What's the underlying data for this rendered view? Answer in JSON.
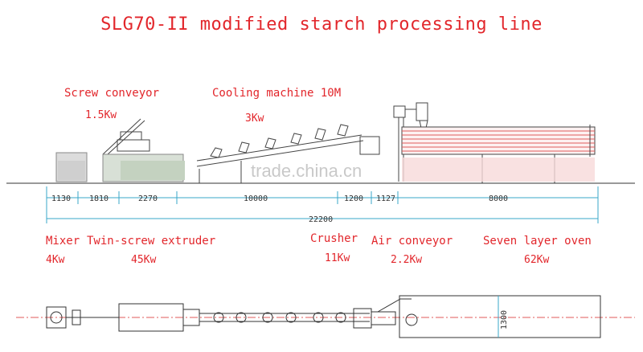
{
  "title": "SLG70-II modified starch processing line",
  "watermark": "trade.china.cn",
  "machines": {
    "screw_conveyor": {
      "name": "Screw conveyor",
      "power": "1.5Kw"
    },
    "cooling_machine": {
      "name": "Cooling machine 10M",
      "power": "3Kw"
    },
    "mixer": {
      "name": "Mixer",
      "power": "4Kw"
    },
    "twin_screw_extruder": {
      "name": "Twin-screw extruder",
      "power": "45Kw"
    },
    "crusher": {
      "name": "Crusher",
      "power": "11Kw"
    },
    "air_conveyor": {
      "name": "Air conveyor",
      "power": "2.2Kw"
    },
    "seven_layer_oven": {
      "name": "Seven layer oven",
      "power": "62Kw"
    }
  },
  "dimensions": {
    "segments": [
      "1130",
      "1810",
      "2270",
      "10000",
      "1200",
      "1127",
      "8000"
    ],
    "total": "22200",
    "oven_width": "1300"
  },
  "colors": {
    "label": "#e2262b",
    "dimension_line": "#3aa7c9",
    "drawing": "#333333"
  }
}
